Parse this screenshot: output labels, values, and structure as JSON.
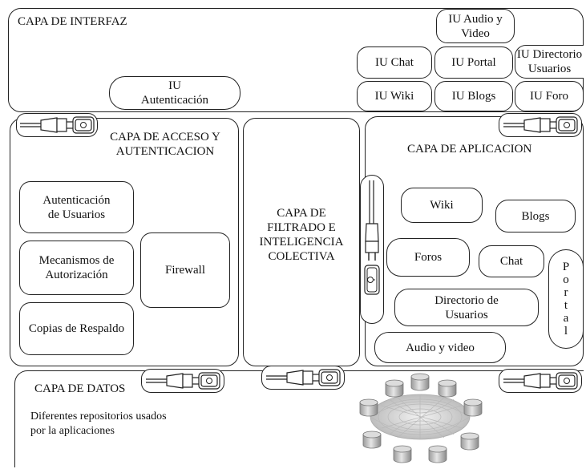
{
  "interfaz": {
    "title": "CAPA DE INTERFAZ",
    "iu_autenticacion": [
      "IU",
      "Autenticación"
    ],
    "iu_audio": [
      "IU Audio y",
      "Video"
    ],
    "iu_chat": "IU Chat",
    "iu_portal": "IU Portal",
    "iu_directorio": [
      "IU Directorio",
      "Usuarios"
    ],
    "iu_wiki": "IU Wiki",
    "iu_blogs": "IU Blogs",
    "iu_foro": "IU Foro"
  },
  "acceso": {
    "title": [
      "CAPA DE ACCESO Y",
      "AUTENTICACION"
    ],
    "autenticacion": [
      "Autenticación",
      "de Usuarios"
    ],
    "mecanismos": [
      "Mecanismos de",
      "Autorización"
    ],
    "copias": "Copias de Respaldo",
    "firewall": "Firewall"
  },
  "filtrado": {
    "title": [
      "CAPA DE",
      "FILTRADO E",
      "INTELIGENCIA",
      "COLECTIVA"
    ]
  },
  "aplicacion": {
    "title": "CAPA DE APLICACION",
    "wiki": "Wiki",
    "blogs": "Blogs",
    "foros": "Foros",
    "chat": "Chat",
    "portal_letters": [
      "P",
      "o",
      "r",
      "t",
      "a",
      "l"
    ],
    "directorio": [
      "Directorio de",
      "Usuarios"
    ],
    "audio": "Audio y video"
  },
  "datos": {
    "title": "CAPA DE DATOS",
    "desc": [
      "Diferentes repositorios usados",
      "por la aplicaciones"
    ]
  },
  "icons": {
    "plug": "plug-connector-icon",
    "network": "database-network-icon"
  }
}
